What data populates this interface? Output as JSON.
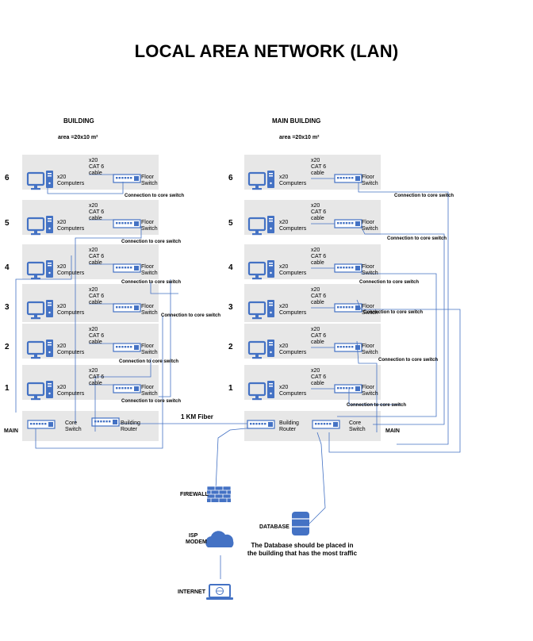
{
  "title": "LOCAL AREA NETWORK (LAN)",
  "buildings": [
    {
      "name": "BUILDING",
      "area": "area =20x10 m²"
    },
    {
      "name": "MAIN BUILDING",
      "area": "area =20x10 m²"
    }
  ],
  "floor_labels": [
    "6",
    "5",
    "4",
    "3",
    "2",
    "1"
  ],
  "labels": {
    "computers_count": "x20",
    "computers": "Computers",
    "cable_count": "x20",
    "cable_type": "CAT 6",
    "cable": "cable",
    "floor": "Floor",
    "switch": "Switch",
    "connection": "Connection to core switch",
    "core": "Core",
    "building": "Building",
    "router": "Router",
    "main": "MAIN"
  },
  "link_label": "1 KM Fiber",
  "firewall": "FIREWALL",
  "isp": {
    "line1": "ISP",
    "line2": "MODEM"
  },
  "internet": "INTERNET",
  "database": "DATABASE",
  "note": "The Database should be placed in the building that has the most traffic",
  "colors": {
    "line": "#4472c4",
    "icon": "#4472c4",
    "panel": "#e7e7e7",
    "firewall": "#4472c4"
  }
}
